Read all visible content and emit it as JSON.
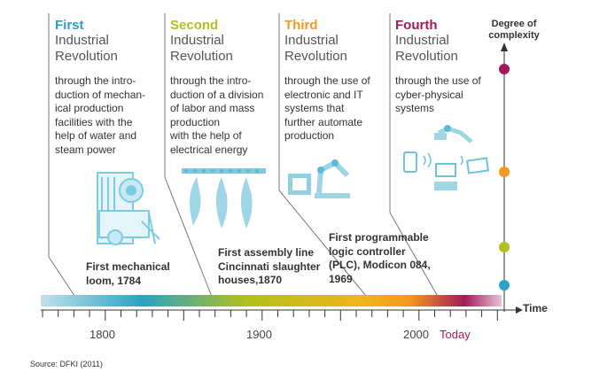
{
  "revolutions": [
    {
      "ordinal": "First",
      "title_line1": "Industrial",
      "title_line2": "Revolution",
      "color": "#2aa3c4",
      "desc": [
        "through the intro-",
        "duction of mechan-",
        "ical production",
        "facilities with the",
        "help of water and",
        "steam power"
      ]
    },
    {
      "ordinal": "Second",
      "title_line1": "Industrial",
      "title_line2": "Revolution",
      "color": "#b3c11b",
      "desc": [
        "through the intro-",
        "duction of a division",
        "of labor and mass",
        "production",
        "with the help of",
        "electrical energy"
      ]
    },
    {
      "ordinal": "Third",
      "title_line1": "Industrial",
      "title_line2": "Revolution",
      "color": "#f39a1e",
      "desc": [
        "through the use of",
        "electronic and IT",
        "systems that",
        "further automate",
        "production"
      ]
    },
    {
      "ordinal": "Fourth",
      "title_line1": "Industrial",
      "title_line2": "Revolution",
      "color": "#a3195b",
      "desc": [
        "through the use of",
        "cyber-physical",
        "systems"
      ]
    }
  ],
  "milestones": [
    {
      "lines": [
        "First mechanical",
        "loom, 1784"
      ]
    },
    {
      "lines": [
        "First assembly line",
        "Cincinnati slaughter",
        "houses,1870"
      ]
    },
    {
      "lines": [
        "First programmable",
        "logic controller",
        "(PLC), Modicon 084,",
        "1969"
      ]
    }
  ],
  "y_axis_label": [
    "Degree of",
    "complexity"
  ],
  "x_axis_label": "Time",
  "years": [
    "1800",
    "1900",
    "2000"
  ],
  "today_label": "Today",
  "source": "Source: DFKI (2011)",
  "complexity_dot_colors": [
    "#a3195b",
    "#f39a1e",
    "#b3c11b",
    "#2aa3c4"
  ],
  "icons": [
    "loom-icon",
    "assembly-line-icon",
    "robot-arm-icon",
    "cyber-physical-icon"
  ]
}
